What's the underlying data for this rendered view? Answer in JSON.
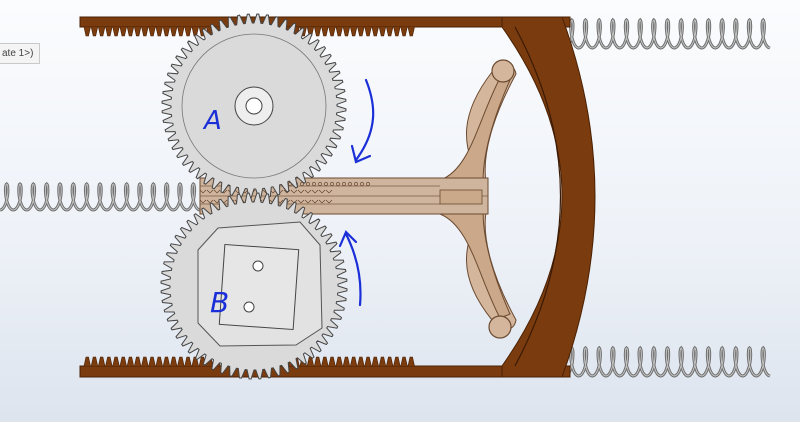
{
  "state_tab": {
    "label": "ate 1>)"
  },
  "annotations": {
    "gear_a": "A",
    "gear_b": "B"
  },
  "colors": {
    "frame": "#7a3b0e",
    "frame_dark": "#4a2104",
    "yoke": "#d4b69c",
    "gear_fill": "#dadada",
    "gear_stroke": "#444444",
    "spring": "#6f6f6f",
    "ink": "#1a2fd8"
  },
  "icons": [
    "rotation-arrow-icon",
    "rotation-arrow-icon"
  ]
}
